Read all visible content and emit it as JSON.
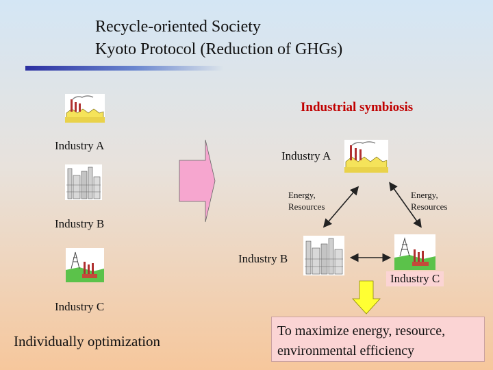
{
  "header": {
    "line1": "Recycle-oriented Society",
    "line2": "Kyoto Protocol (Reduction of GHGs)"
  },
  "left_panel": {
    "industry_a": "Industry A",
    "industry_b": "Industry B",
    "industry_c": "Industry C",
    "caption": "Individually optimization"
  },
  "right_panel": {
    "title": "Industrial symbiosis",
    "industry_a": "Industry A",
    "industry_b": "Industry B",
    "industry_c": "Industry C",
    "flow_left": {
      "line1": "Energy,",
      "line2": "Resources"
    },
    "flow_right": {
      "line1": "Energy,",
      "line2": "Resources"
    },
    "result": "To maximize energy, resource, environmental efficiency"
  },
  "colors": {
    "title_red": "#c00000",
    "arrow_pink": "#f6a6cf",
    "arrow_yellow": "#ffff33",
    "result_box": "#fbd4d4"
  }
}
